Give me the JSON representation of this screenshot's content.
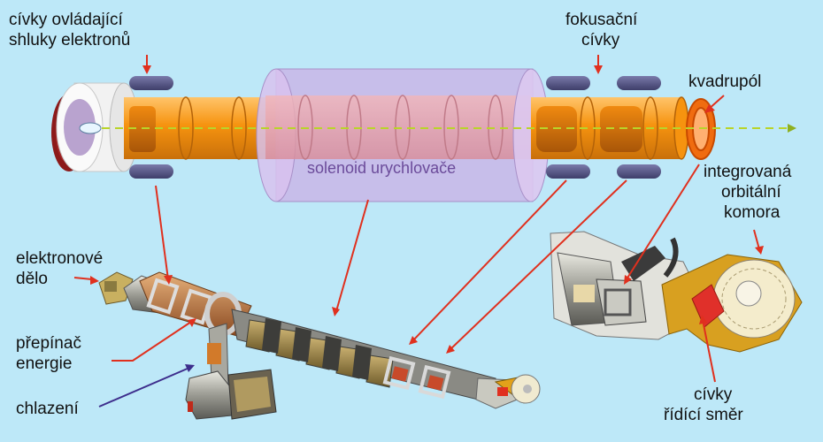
{
  "labels": {
    "bunch_coils": [
      "cívky ovládající",
      "shluky elektronů"
    ],
    "focusing_coils": [
      "fokusační",
      "cívky"
    ],
    "quadrupole": "kvadrupól",
    "solenoid": "solenoid urychlovače",
    "orbital_chamber": [
      "integrovaná",
      "orbitální",
      "komora"
    ],
    "electron_gun": [
      "elektronové",
      "dělo"
    ],
    "energy_switch": [
      "přepínač",
      "energie"
    ],
    "cooling": "chlazení",
    "steering_coils": [
      "cívky",
      "řídící směr"
    ]
  },
  "colors": {
    "background": "#bde8f8",
    "pointer_red": "#e0301e",
    "pointer_blue": "#3d2d8c",
    "tube_orange": "#f6930f",
    "solenoid": "#cbb0e6",
    "coil": "#5a5a8a"
  },
  "icons": [
    "beam-axis",
    "electron-gun-cathode",
    "quadrupole-ring"
  ]
}
